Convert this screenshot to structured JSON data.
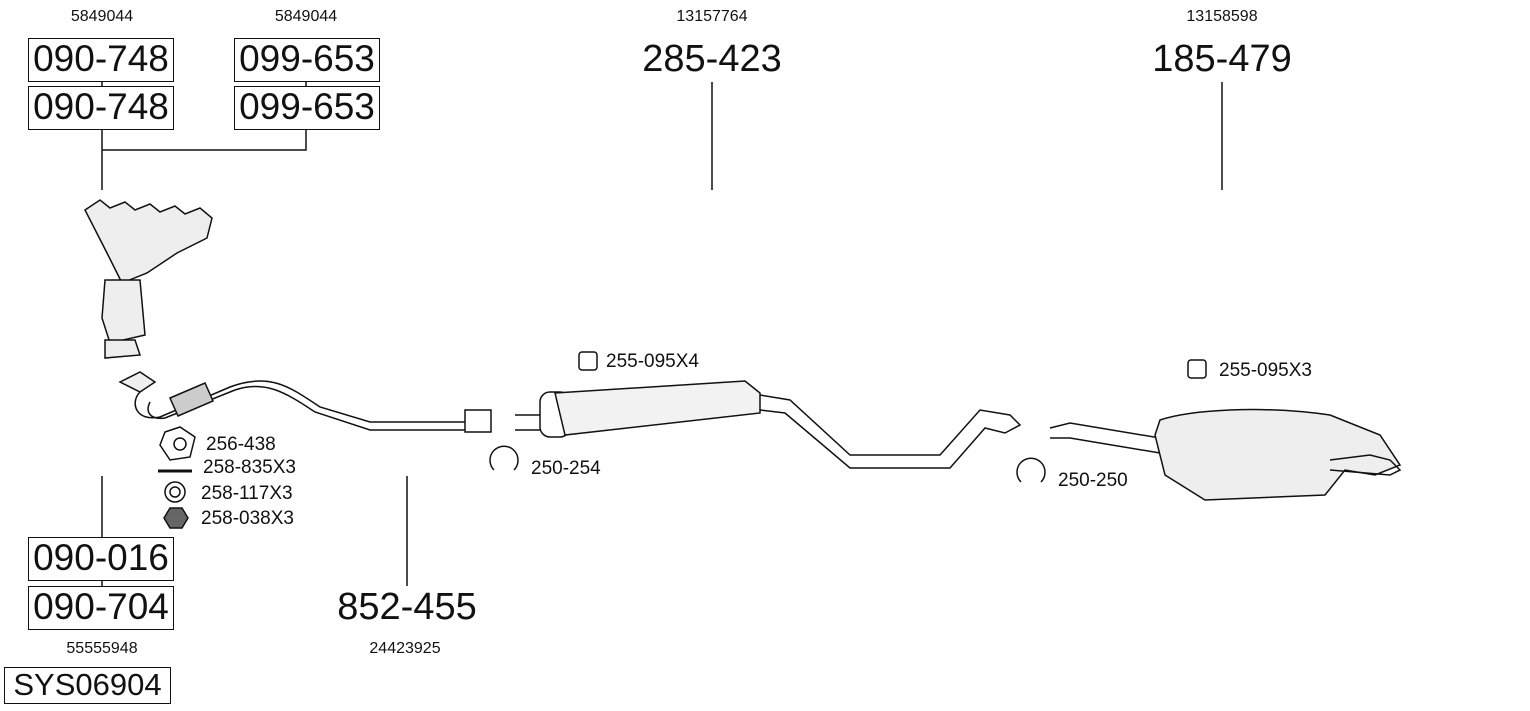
{
  "top_left": {
    "oe_a": "5849044",
    "oe_b": "5849044",
    "parts_a": [
      "090-748",
      "090-748"
    ],
    "parts_b": [
      "099-653",
      "099-653"
    ]
  },
  "middle": {
    "oe": "13157764",
    "part": "285-423",
    "mount": "255-095X4",
    "clamp": "250-254"
  },
  "rear": {
    "oe": "13158598",
    "part": "185-479",
    "mount": "255-095X3",
    "clamp": "250-250"
  },
  "front_pipe": {
    "oe": "24423925",
    "part": "852-455"
  },
  "fittings": [
    "256-438",
    "258-835X3",
    "258-117X3",
    "258-038X3"
  ],
  "bottom_left": {
    "parts": [
      "090-016",
      "090-704"
    ],
    "oe": "55555948"
  },
  "system_id": "SYS06904"
}
